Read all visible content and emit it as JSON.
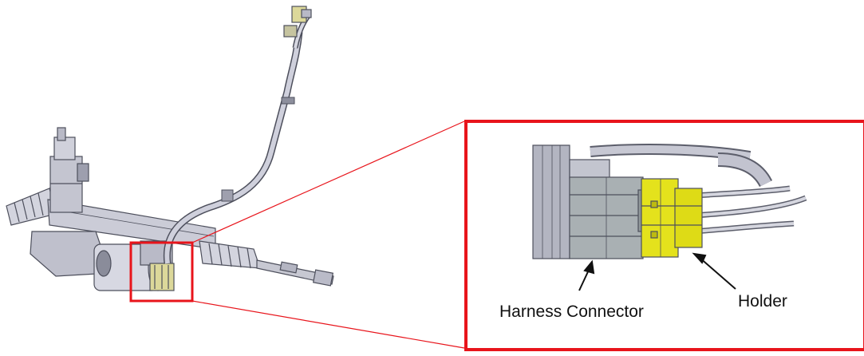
{
  "colors": {
    "callout": "#e8141b",
    "assembly_gray": "#c9cad6",
    "assembly_dark": "#5b5d6a",
    "connector_gray": "#a9b0b3",
    "holder_yellow": "#e4e21c",
    "plug_yellow": "#d8d58a"
  },
  "labels": {
    "harness_connector": "Harness Connector",
    "holder": "Holder"
  },
  "icons": [
    "steering-gear-assembly",
    "wire-harness",
    "harness-connector",
    "holder",
    "detail-callout-box",
    "leader-arrow"
  ]
}
